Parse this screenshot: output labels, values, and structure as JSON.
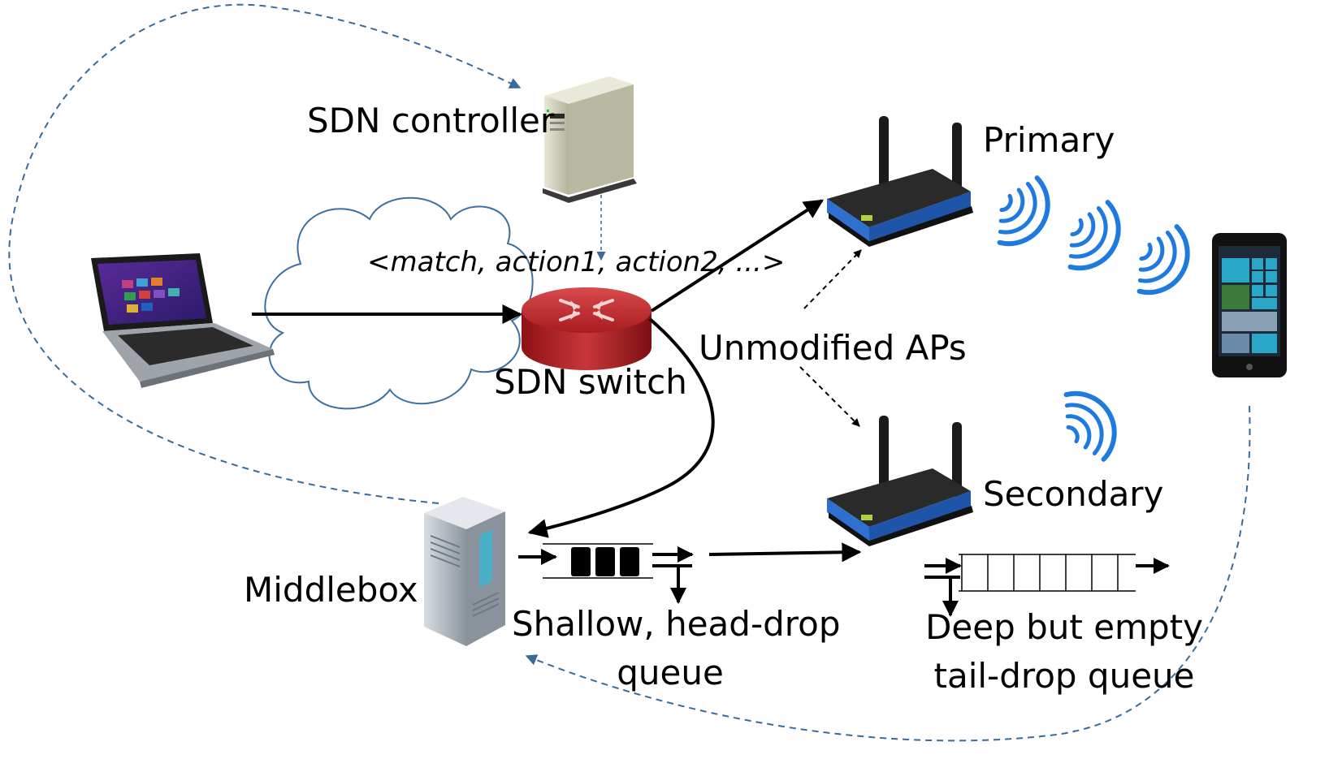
{
  "labels": {
    "sdn_controller": "SDN controller",
    "match_rule": "<match, action1, action2, ...>",
    "sdn_switch": "SDN switch",
    "unmodified_aps": "Unmodified APs",
    "primary": "Primary",
    "secondary": "Secondary",
    "middlebox": "Middlebox",
    "shallow_queue_line1": "Shallow, head-drop",
    "shallow_queue_line2": "queue",
    "deep_queue_line1": "Deep but empty",
    "deep_queue_line2": "tail-drop queue"
  },
  "icons": {
    "controller": "server-tower-icon",
    "switch": "sdn-router-icon",
    "laptop": "laptop-icon",
    "cloud": "cloud-icon",
    "primary_ap": "wifi-router-icon",
    "secondary_ap": "wifi-router-icon",
    "phone": "smartphone-icon",
    "middlebox": "server-icon"
  },
  "colors": {
    "dashed_line": "#3a6a9a",
    "router_blue": "#2f6fd0",
    "switch_red": "#b8262a",
    "wifi_blue": "#1f7ae0",
    "cloud_stroke": "#3d6f9f"
  }
}
